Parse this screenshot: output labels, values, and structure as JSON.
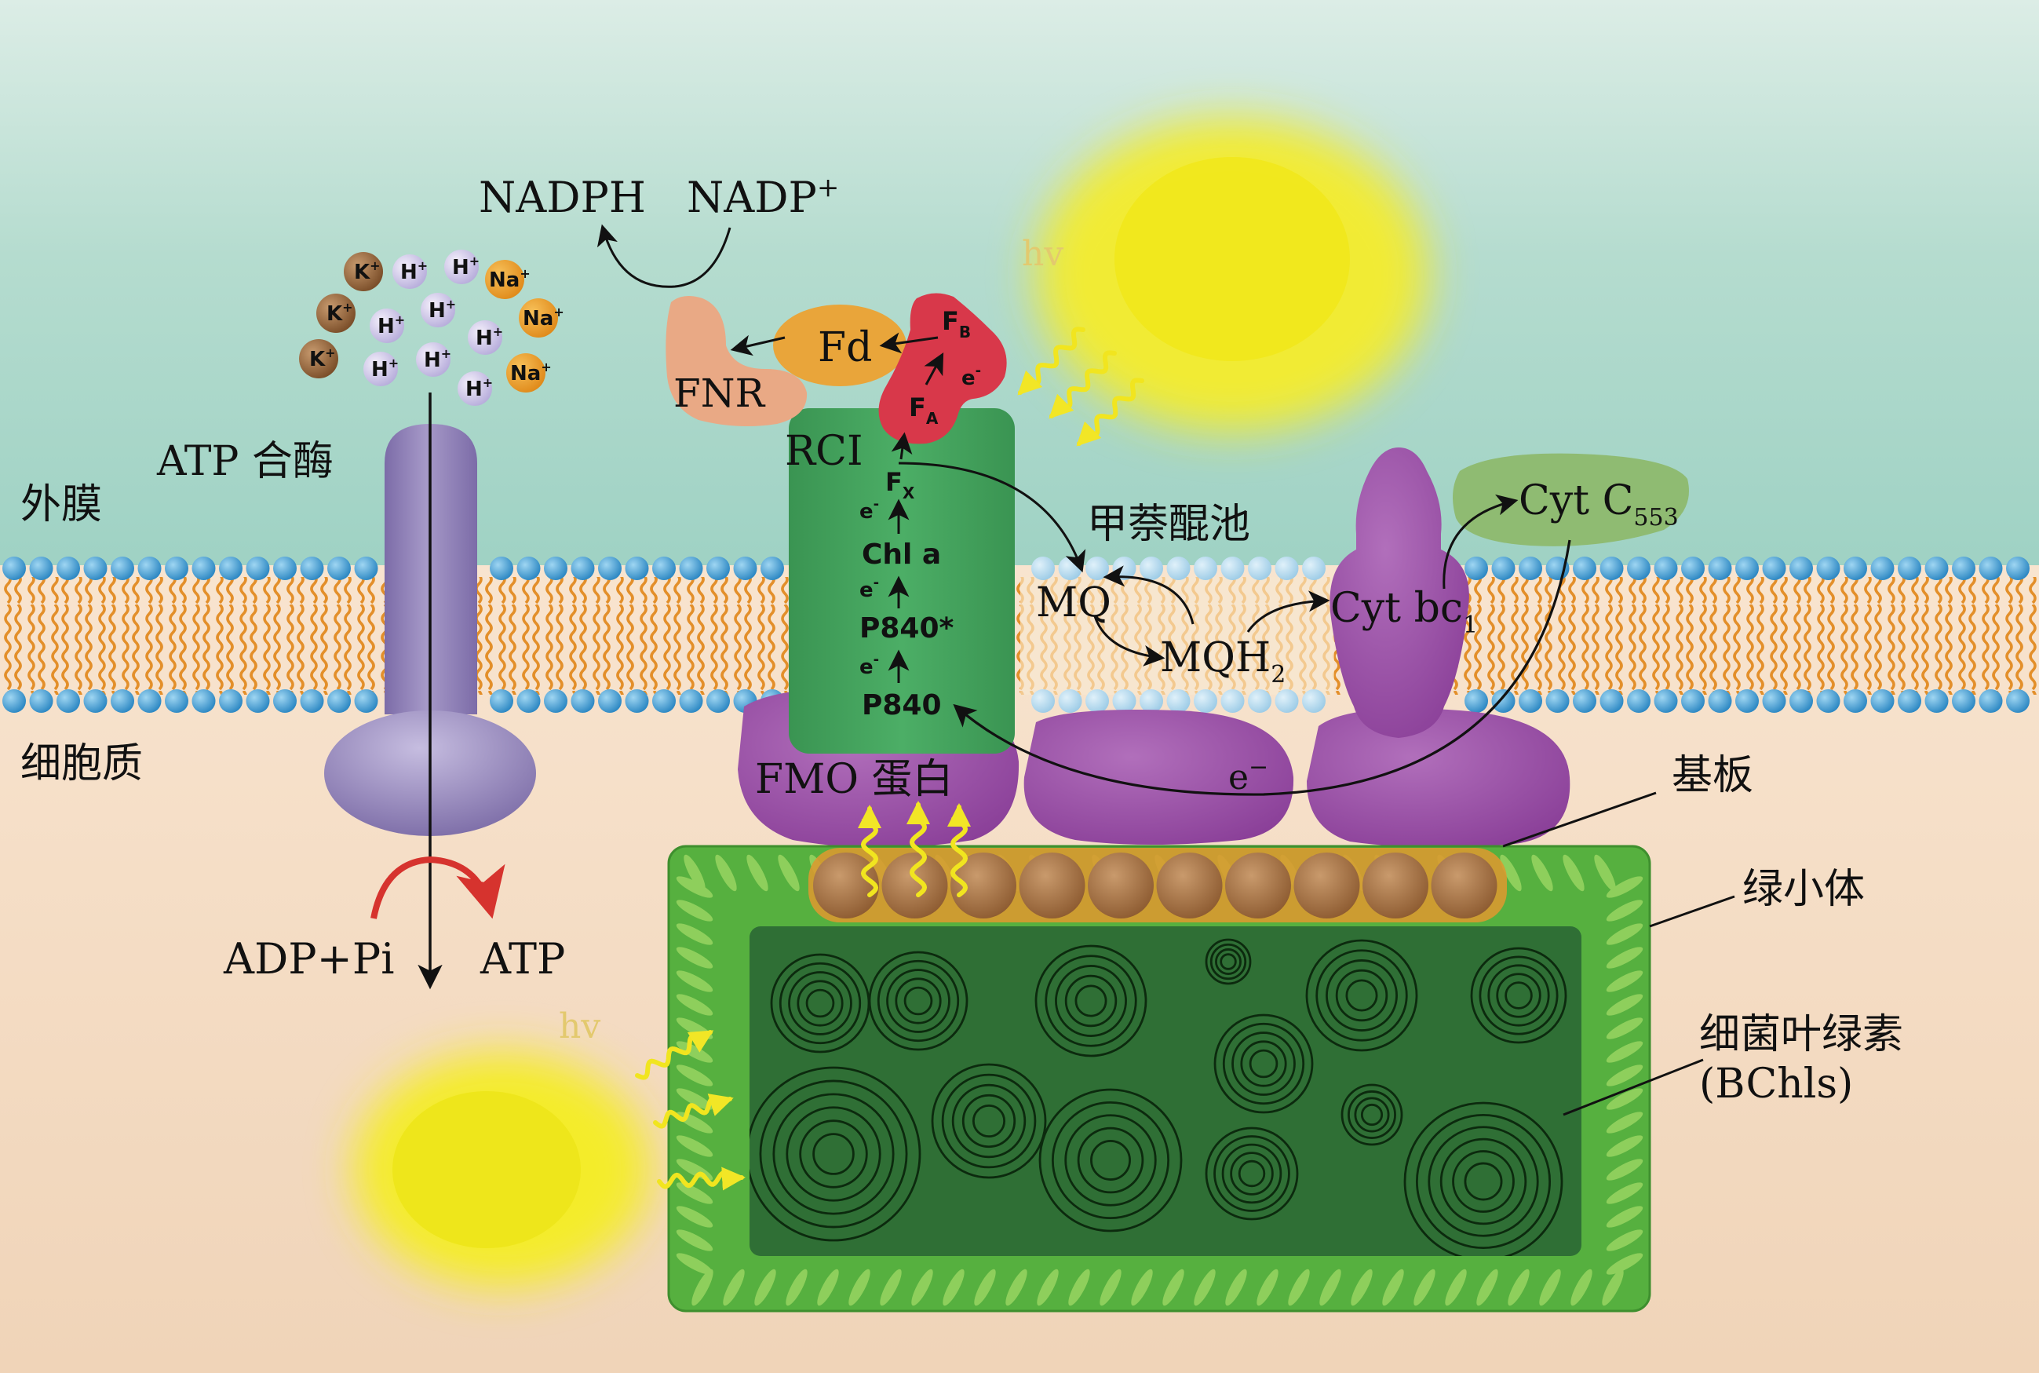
{
  "labels": {
    "nadph": "NADPH",
    "nadp": "NADP",
    "nadp_sup": "+",
    "fd": "Fd",
    "fnr": "FNR",
    "fb": "F",
    "fb_sub": "B",
    "fa": "F",
    "fa_sub": "A",
    "fb_e": "e",
    "fb_e_sup": "-",
    "hv_top": "hv",
    "hv_bottom": "hv",
    "rci": "RCI",
    "fx": "F",
    "fx_sub": "X",
    "e1": "e",
    "e1_sup": "-",
    "chla": "Chl a",
    "e2": "e",
    "e2_sup": "-",
    "p840star": "P840*",
    "e3": "e",
    "e3_sup": "-",
    "p840": "P840",
    "atp_synthase": "ATP 合酶",
    "outer_membrane": "外膜",
    "cytoplasm": "细胞质",
    "adp_pi": "ADP+Pi",
    "atp": "ATP",
    "quinone_pool": "甲萘醌池",
    "mq": "MQ",
    "mqh2": "MQH",
    "mqh2_sub": "2",
    "cyt_bc1": "Cyt bc",
    "cyt_bc1_sub": "1",
    "cyt_c553": "Cyt C",
    "cyt_c553_sub": "553",
    "fmo": "FMO 蛋白",
    "electron": "e",
    "electron_sup": "−",
    "baseplate": "基板",
    "chlorosome": "绿小体",
    "bchl": "细菌叶绿素",
    "bchl_abbr": "(BChls)"
  },
  "ions": [
    {
      "name": "K",
      "sup": "+"
    },
    {
      "name": "H",
      "sup": "+"
    },
    {
      "name": "H",
      "sup": "+"
    },
    {
      "name": "Na",
      "sup": "+"
    },
    {
      "name": "K",
      "sup": "+"
    },
    {
      "name": "H",
      "sup": "+"
    },
    {
      "name": "H",
      "sup": "+"
    },
    {
      "name": "Na",
      "sup": "+"
    },
    {
      "name": "H",
      "sup": "+"
    },
    {
      "name": "K",
      "sup": "+"
    },
    {
      "name": "H",
      "sup": "+"
    },
    {
      "name": "H",
      "sup": "+"
    },
    {
      "name": "Na",
      "sup": "+"
    },
    {
      "name": "H",
      "sup": "+"
    }
  ],
  "colors": {
    "sky_top": "#d9ece4",
    "sky_mid": "#a5d5c8",
    "cytoplasm": "#f6ddc4",
    "membrane_head": "#3c97cd",
    "lipid_tail": "#e8932a",
    "atp_synthase": "#8878b0",
    "rci": "#3e9e5a",
    "fmo": "#9a52a6",
    "cyt": "#8a4a9a",
    "cyt_c553": "#7cb25e",
    "fd": "#e9a53a",
    "fnr": "#e7a77e",
    "fe_s": "#d9384a",
    "chlorosome_outer": "#4fa83c",
    "chlorosome_inner": "#2e6e34",
    "baseplate": "#9e6a3e",
    "light": "#f2e826",
    "atp_arrow": "#d6332e"
  }
}
